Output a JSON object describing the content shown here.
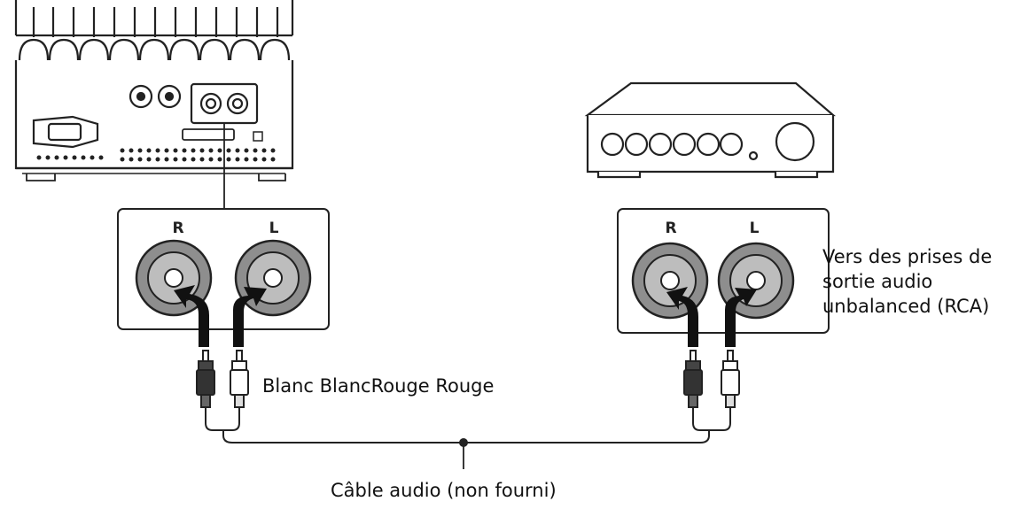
{
  "diagram": {
    "left_panel": {
      "right_label": "R",
      "left_label": "L"
    },
    "right_panel": {
      "right_label": "R",
      "left_label": "L"
    },
    "colors_label": "Blanc BlancRouge  Rouge",
    "cable_label": "Câble audio (non fourni)",
    "destination_label": [
      "Vers des prises de",
      "sortie audio",
      "unbalanced (RCA)"
    ]
  }
}
